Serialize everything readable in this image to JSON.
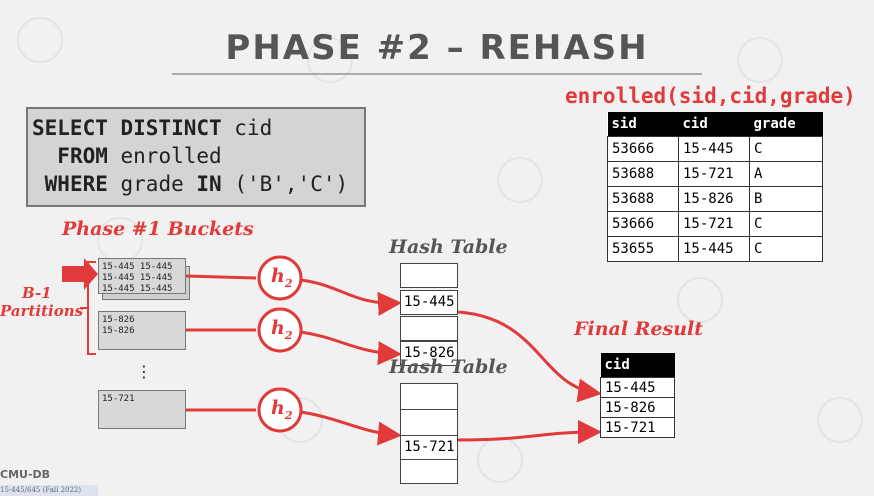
{
  "slide": {
    "title": "PHASE #2 – REHASH",
    "sql": {
      "line1_kw": "SELECT DISTINCT",
      "line1_rest": " cid",
      "line2_kw": "FROM",
      "line2_rest": " enrolled",
      "line3_kw": "WHERE",
      "line3_mid": " grade ",
      "line3_kw2": "IN",
      "line3_rest": " ('B','C')"
    },
    "enrolled": {
      "title": "enrolled(sid,cid,grade)",
      "headers": [
        "sid",
        "cid",
        "grade"
      ],
      "rows": [
        [
          "53666",
          "15-445",
          "C"
        ],
        [
          "53688",
          "15-721",
          "A"
        ],
        [
          "53688",
          "15-826",
          "B"
        ],
        [
          "53666",
          "15-721",
          "C"
        ],
        [
          "53655",
          "15-445",
          "C"
        ]
      ]
    },
    "phase1_label": "Phase #1 Buckets",
    "partitions_label_1": "B-1",
    "partitions_label_2": "Partitions",
    "buckets": {
      "b1_line1": "15-445 15-445",
      "b1_line2": "15-445 15-445",
      "b1_line3": "15-445 15-445",
      "b2_line1": "15-826",
      "b2_line2": "15-826",
      "ellipsis": "⋮",
      "b3_line1": "15-721"
    },
    "hash_fn": "h",
    "hash_sub": "2",
    "hash_table_label": "Hash Table",
    "hash_table1": [
      "",
      "15-445",
      "",
      "15-826"
    ],
    "hash_table2": [
      "",
      "15-721",
      ""
    ],
    "final_result": {
      "label": "Final Result",
      "header": "cid",
      "rows": [
        "15-445",
        "15-826",
        "15-721"
      ]
    },
    "footer": {
      "logo": "CMU-DB",
      "course": "15-445/645 (Fall 2022)"
    },
    "colors": {
      "accent": "#e03a3a",
      "title": "#555555",
      "background": "#f1f1f1"
    }
  }
}
